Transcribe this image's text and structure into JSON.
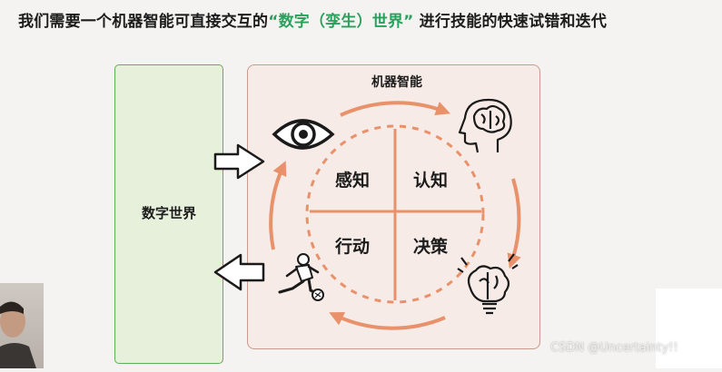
{
  "title": {
    "prefix": "我们需要一个机器智能可直接交互的",
    "highlight": "“数字（孪生）世界”",
    "suffix": " 进行技能的快速试错和迭代"
  },
  "left_panel": {
    "label": "数字世界",
    "color": "#5fae5c"
  },
  "cycle": {
    "label": "机器智能",
    "quadrants": {
      "top_left": "感知",
      "top_right": "认知",
      "bottom_left": "行动",
      "bottom_right": "决策"
    },
    "accent_color": "#e8916b",
    "icons": [
      "eye-icon",
      "brain-head-icon",
      "lightbulb-brain-icon",
      "soccer-player-icon"
    ]
  },
  "watermark": "CSDN @Uncertainty!!"
}
